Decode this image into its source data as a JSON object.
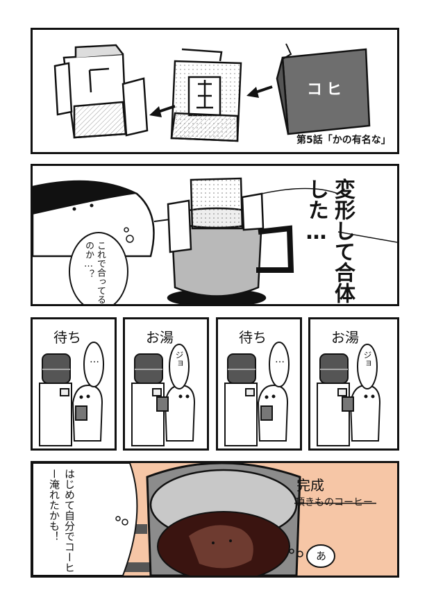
{
  "panel1": {
    "caption": "第5話「かの有名な」",
    "package_text": "コヒ"
  },
  "panel2": {
    "narration": "変形して合体した…",
    "speech": "これで合ってるのか…？"
  },
  "panel3": {
    "frames": [
      {
        "label": "待ち",
        "bubble": "…"
      },
      {
        "label": "お湯",
        "bubble": "ジョ"
      },
      {
        "label": "待ち",
        "bubble": "…"
      },
      {
        "label": "お湯",
        "bubble": "ジョ"
      }
    ]
  },
  "panel4": {
    "title": "完成",
    "subtitle": "頂きものコーヒー",
    "speech": "はじめて自分でコーヒー淹れたかも！",
    "small_bubble": "あ"
  },
  "colors": {
    "ink": "#111111",
    "skin": "#f6c6a6",
    "coffee": "#3a1410",
    "mug_gray": "#8c8c8c"
  }
}
